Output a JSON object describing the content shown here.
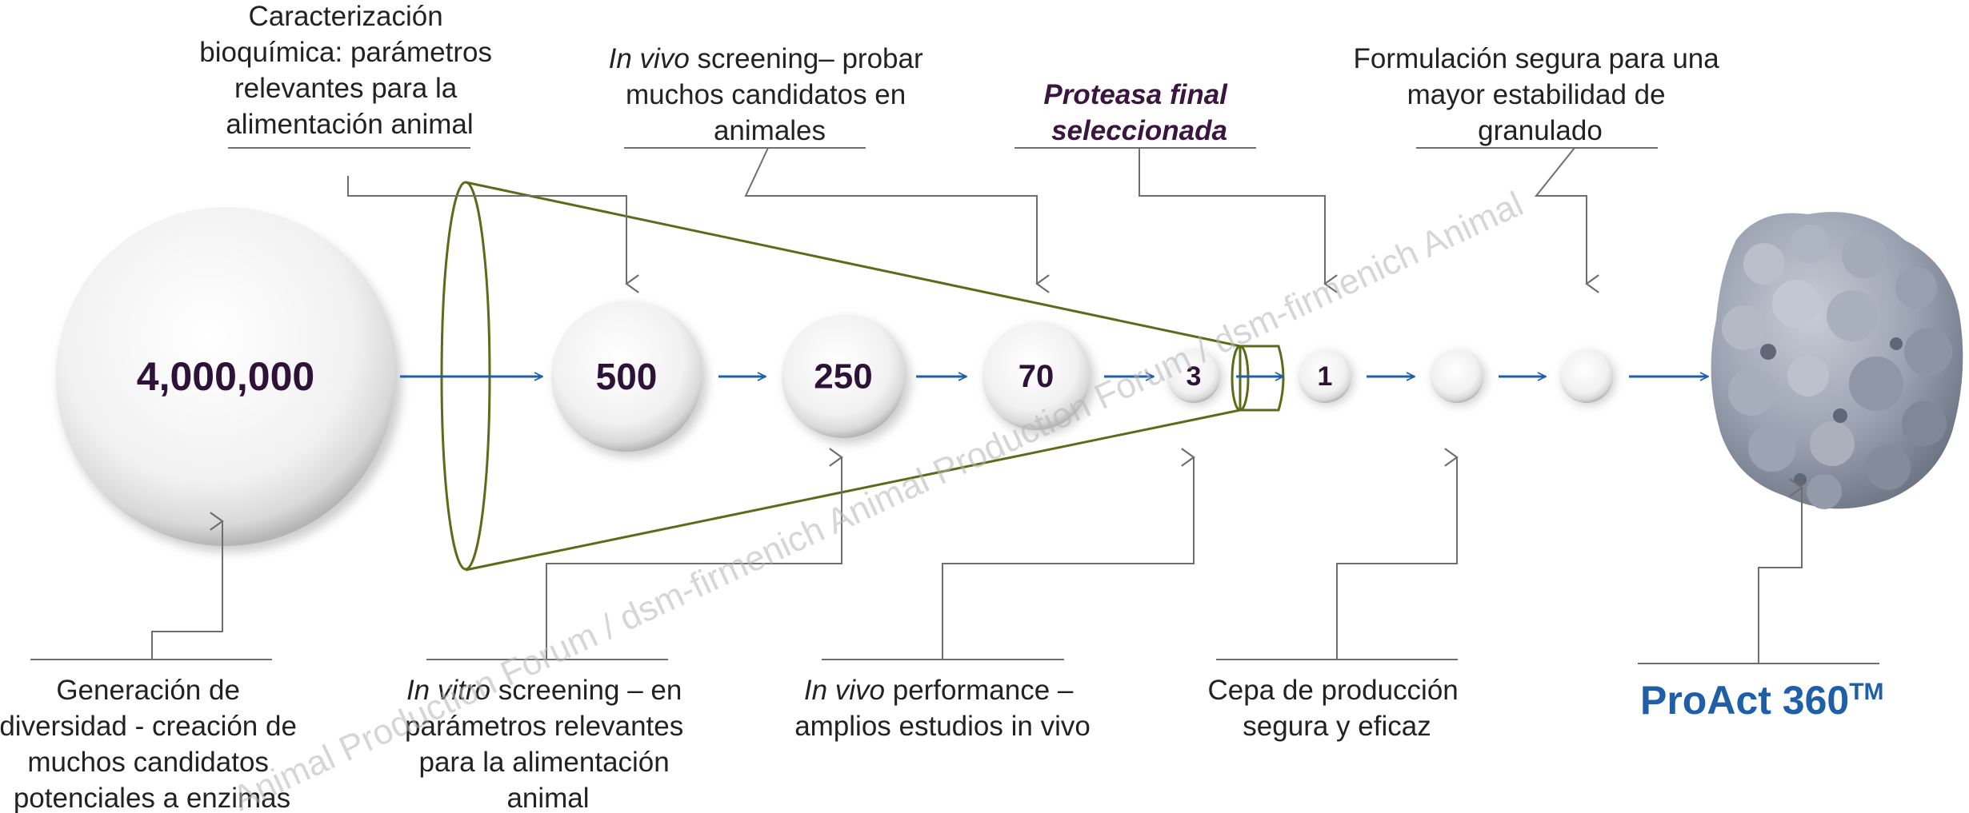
{
  "steps": {
    "s1": {
      "value": "4,000,000"
    },
    "s2": {
      "value": "500"
    },
    "s3": {
      "value": "250"
    },
    "s4": {
      "value": "70"
    },
    "s5": {
      "value": "3"
    },
    "s6": {
      "value": "1"
    }
  },
  "labels": {
    "caracterizacion": [
      "Caracterización",
      "bioquímica: parámetros",
      "relevantes para la",
      "alimentación animal"
    ],
    "invivo_screening": {
      "italic": "In vivo",
      "rest": " screening– probar",
      "line2": "muchos candidatos en",
      "line3": "animales"
    },
    "proteasa": [
      "Proteasa final",
      "seleccionada"
    ],
    "formulacion": [
      "Formulación segura para una",
      "mayor estabilidad de",
      "granulado"
    ],
    "generacion": [
      "Generación de",
      "diversidad - creación de",
      "muchos candidatos",
      "potenciales a enzimas"
    ],
    "invitro": {
      "italic": "In vitro",
      "rest": " screening – en",
      "line2": "parámetros relevantes",
      "line3": "para la alimentación",
      "line4": "animal"
    },
    "invivo_performance": {
      "italic": "In vivo",
      "rest": " performance –",
      "line2": "amplios estudios in vivo"
    },
    "cepa": [
      "Cepa de producción",
      "segura y eficaz"
    ]
  },
  "brand": {
    "name": "ProAct 360",
    "mark": "TM"
  },
  "watermark": "Animal Production Forum / dsm-firmenich Animal Production Forum / dsm-firmenich Animal",
  "colors": {
    "arrow": "#1f5fa8",
    "funnel": "#5b6b1a",
    "connector": "#6e6e6e",
    "number": "#2e1238",
    "brand": "#1f5fa8",
    "protein": "#8f98a8"
  }
}
